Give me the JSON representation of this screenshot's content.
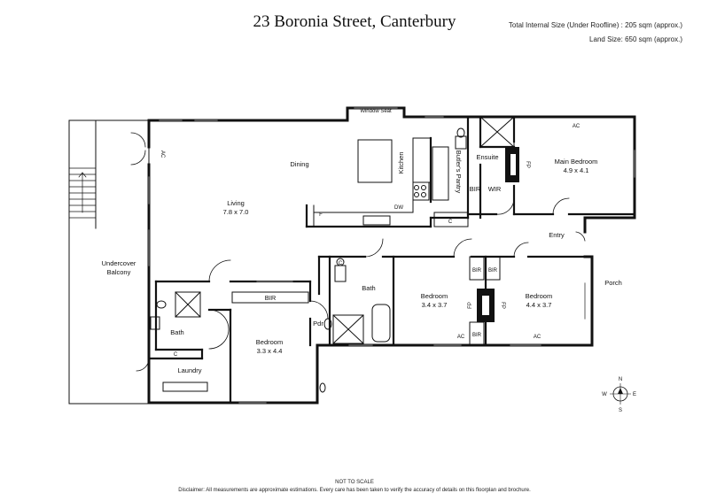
{
  "header": {
    "address": "23 Boronia Street, Canterbury",
    "internal_size": "Total Internal Size (Under Roofline) : 205 sqm (approx.)",
    "land_size": "Land Size: 650 sqm (approx.)"
  },
  "rooms": {
    "window_seat": "Window Seat",
    "ac_entry": "AC",
    "dining": "Dining",
    "living": "Living",
    "living_size": "7.8 x 7.0",
    "kitchen": "Kitchen",
    "butlers_pantry": "Butler's Pantry",
    "dw": "DW",
    "fridge": "F",
    "pantry_c": "C",
    "ensuite": "Ensuite",
    "bir_main": "BIR",
    "wir": "WIR",
    "fp_main": "FP",
    "main_bedroom": "Main Bedroom",
    "main_bedroom_size": "4.9 x 4.1",
    "ac_main": "AC",
    "entry": "Entry",
    "porch": "Porch",
    "undercover_balcony": "Undercover",
    "undercover_balcony_2": "Balcony",
    "bath_left": "Bath",
    "laundry": "Laundry",
    "laundry_c": "C",
    "bir_bed3": "BIR",
    "bedroom3": "Bedroom",
    "bedroom3_size": "3.3 x 4.4",
    "pdr": "Pdr",
    "bath_c": "C",
    "bath_mid": "Bath",
    "bedroom2": "Bedroom",
    "bedroom2_size": "3.4 x 3.7",
    "bir_b2": "BIR",
    "bir_b1": "BIR",
    "bir_b2_low": "BIR",
    "fp_b2": "FP",
    "fp_b1": "FP",
    "bedroom1": "Bedroom",
    "bedroom1_size": "4.4 x 3.7",
    "ac_b2": "AC",
    "ac_b1": "AC"
  },
  "compass": {
    "n": "N",
    "e": "E",
    "s": "S",
    "w": "W"
  },
  "footer": {
    "not_to_scale": "NOT TO SCALE",
    "disclaimer": "Disclaimer: All measurements are approximate estimations. Every care has been taken to verify the accuracy of details on this floorplan and brochure."
  }
}
